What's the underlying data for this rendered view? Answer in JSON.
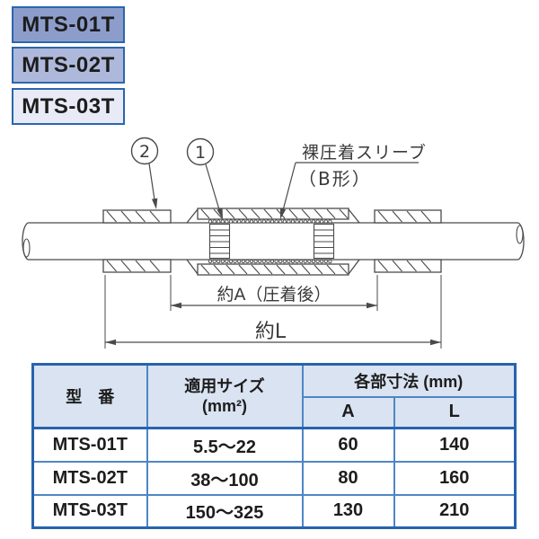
{
  "page": {
    "bg": "#ffffff"
  },
  "tags": [
    {
      "label": "MTS-01T",
      "bg": "#8d9dcb"
    },
    {
      "label": "MTS-02T",
      "bg": "#aeb8da"
    },
    {
      "label": "MTS-03T",
      "bg": "#e8ebf6"
    }
  ],
  "tag_border_color": "#2a66af",
  "diagram": {
    "callout_2": "2",
    "callout_1": "1",
    "sleeve_label_line1": "裸圧着スリーブ",
    "sleeve_label_line2": "（B形）",
    "dim_a_label": "約A（圧着後）",
    "dim_l_label": "約L",
    "line_color": "#4a4a4a"
  },
  "table": {
    "outer_border_color": "#2763ae",
    "grid_color": "#4e86c4",
    "header_bg": "#d9e3f1",
    "headers": {
      "model": "型　番",
      "size": "適用サイズ\n(mm²)",
      "dims": "各部寸法 (mm)",
      "a": "A",
      "l": "L"
    },
    "rows": [
      [
        "MTS-01T",
        "5.5～22",
        "60",
        "140"
      ],
      [
        "MTS-02T",
        "38～100",
        "80",
        "160"
      ],
      [
        "MTS-03T",
        "150～325",
        "130",
        "210"
      ]
    ]
  }
}
